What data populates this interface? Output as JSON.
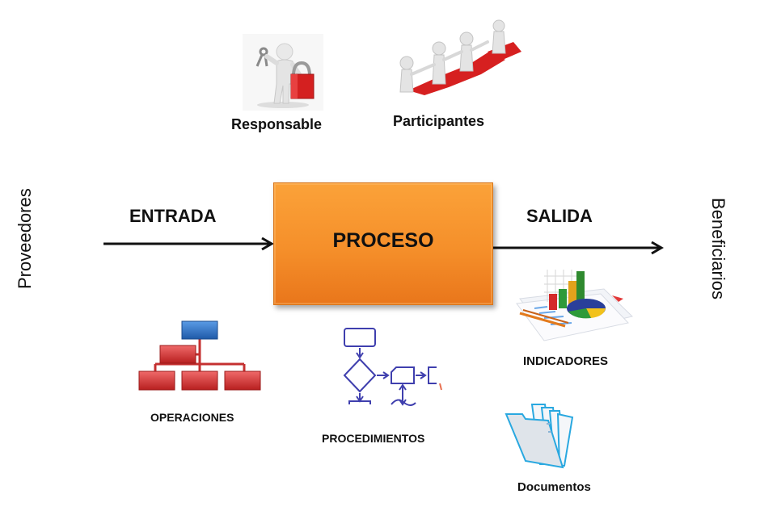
{
  "diagram": {
    "top_actors": {
      "responsable": {
        "label": "Responsable",
        "icon": "person-with-keys-and-padlock-icon"
      },
      "participantes": {
        "label": "Participantes",
        "icon": "people-on-puzzle-path-icon"
      }
    },
    "left_side_label": "Proveedores",
    "right_side_label": "Beneficiarios",
    "input_label": "ENTRADA",
    "output_label": "SALIDA",
    "process": {
      "label": "PROCESO",
      "color": "#f7942f"
    },
    "resources": {
      "operaciones": {
        "label": "OPERACIONES",
        "icon": "org-chart-icon"
      },
      "procedimientos": {
        "label": "PROCEDIMIENTOS",
        "icon": "flowchart-icon"
      },
      "indicadores": {
        "label": "INDICADORES",
        "icon": "charts-and-reports-icon"
      },
      "documentos": {
        "label": "Documentos",
        "icon": "folder-with-files-icon"
      }
    },
    "colors": {
      "org_chart_top": "#2f6fc4",
      "org_chart_boxes": "#d63a3a",
      "flowchart_stroke": "#3f3fae",
      "folder_stroke": "#29a8e0"
    }
  }
}
